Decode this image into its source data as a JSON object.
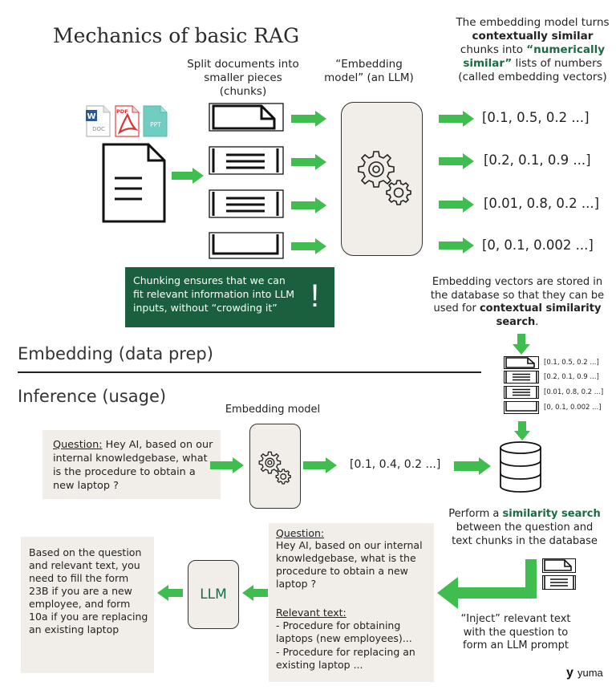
{
  "colors": {
    "arrow_green": "#3fbe4f",
    "note_green": "#1a5f3e",
    "highlight_green": "#1a6b45",
    "box_beige": "#f1eee9"
  },
  "title": "Mechanics of basic RAG",
  "chunk_caption": "Split documents into smaller pieces (chunks)",
  "embed_caption": "“Embedding model” (an LLM)",
  "vector_caption": {
    "pre": "The embedding model turns ",
    "bold": "contextually similar",
    "mid": " chunks into ",
    "hl": "“numerically similar”",
    "post": " lists of numbers (called embedding vectors)"
  },
  "doc_icons": {
    "word": "DOC",
    "pdf": "PDF",
    "ppt": "PPT"
  },
  "vectors": [
    "[0.1, 0.5, 0.2 ...]",
    "[0.2, 0.1, 0.9 ...]",
    "[0.01, 0.8, 0.2 ...]",
    "[0, 0.1, 0.002 ...]"
  ],
  "chunking_note": "Chunking ensures that we can fit relevant information into LLM inputs, without “crowding it”",
  "note_mark": "!",
  "store_caption": {
    "pre": "Embedding vectors are stored in the database so that they can be used for ",
    "bold": "contextual similarity search",
    "post": "."
  },
  "stored_vectors": [
    "[0.1, 0.5, 0.2 ...]",
    "[0.2, 0.1, 0.9 ...]",
    "[0.01, 0.8, 0.2 ...]",
    "[0, 0.1, 0.002 ...]"
  ],
  "section_embedding": "Embedding (data prep)",
  "section_inference": "Inference (usage)",
  "embed_caption_2": "Embedding model",
  "question_box": {
    "label": "Question:",
    "text": " Hey AI, based on our internal knowledgebase, what is the procedure to obtain a new laptop ?"
  },
  "query_vector": "[0.1, 0.4, 0.2 ...]",
  "search_caption": {
    "pre": "Perform a ",
    "hl": "similarity search",
    "post": " between the question and text chunks in the database"
  },
  "prompt_box": {
    "q_label": "Question:",
    "q_text": "Hey AI, based on our internal knowledgebase, what is the procedure to obtain a new laptop ?",
    "r_label": "Relevant text:",
    "r_line1": "- Procedure for obtaining laptops (new employees)...",
    "r_line2": "- Procedure for replacing an existing laptop ..."
  },
  "llm_label": "LLM",
  "answer_text": "Based on the question and relevant text, you need to fill the form 23B if you are a new employee, and form 10a if you are replacing an existing laptop",
  "inject_caption": "“Inject” relevant text with the question to form an LLM prompt",
  "brand": {
    "mark": "y",
    "name": "yuma"
  }
}
